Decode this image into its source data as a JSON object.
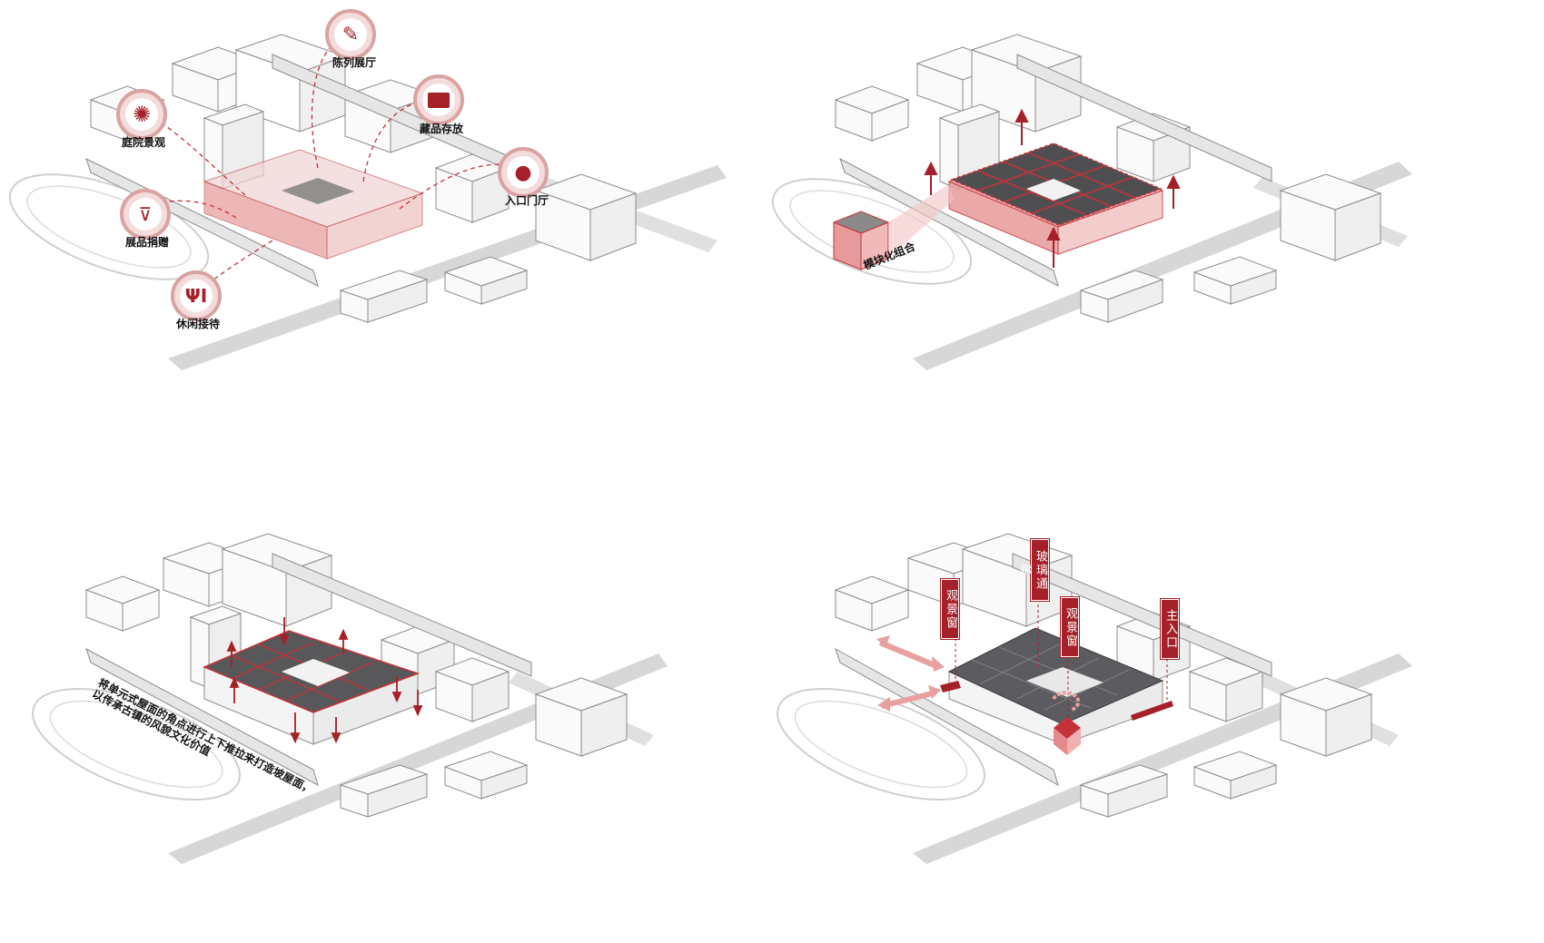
{
  "colors": {
    "accent_red": "#a52028",
    "light_red": "#e89a9a",
    "roof_gray": "#5a5a5c",
    "building_line": "#8a8a8a",
    "ground": "#d0d0d0"
  },
  "panel1": {
    "labels": {
      "courtyard": "庭院景观",
      "gallery": "陈列展厅",
      "storage": "藏品存放",
      "entrance": "入口门厅",
      "donation": "展品捐赠",
      "leisure": "休闲接待"
    },
    "icons": [
      "tree-icon",
      "pen-icon",
      "folder-icon",
      "person-icon",
      "basket-icon",
      "fork-knife-icon"
    ]
  },
  "panel2": {
    "labels": {
      "modular": "模块化组合"
    }
  },
  "panel3": {
    "note_line1": "将单元式屋面的角点进行上下推拉来打造坡屋面，",
    "note_line2": "以传承古镇的风貌文化价值"
  },
  "panel4": {
    "signs": {
      "view_window_left": "观景窗",
      "glass_corridor": "玻璃通廊",
      "view_window_mid": "观景窗",
      "main_entrance": "主入口"
    }
  }
}
